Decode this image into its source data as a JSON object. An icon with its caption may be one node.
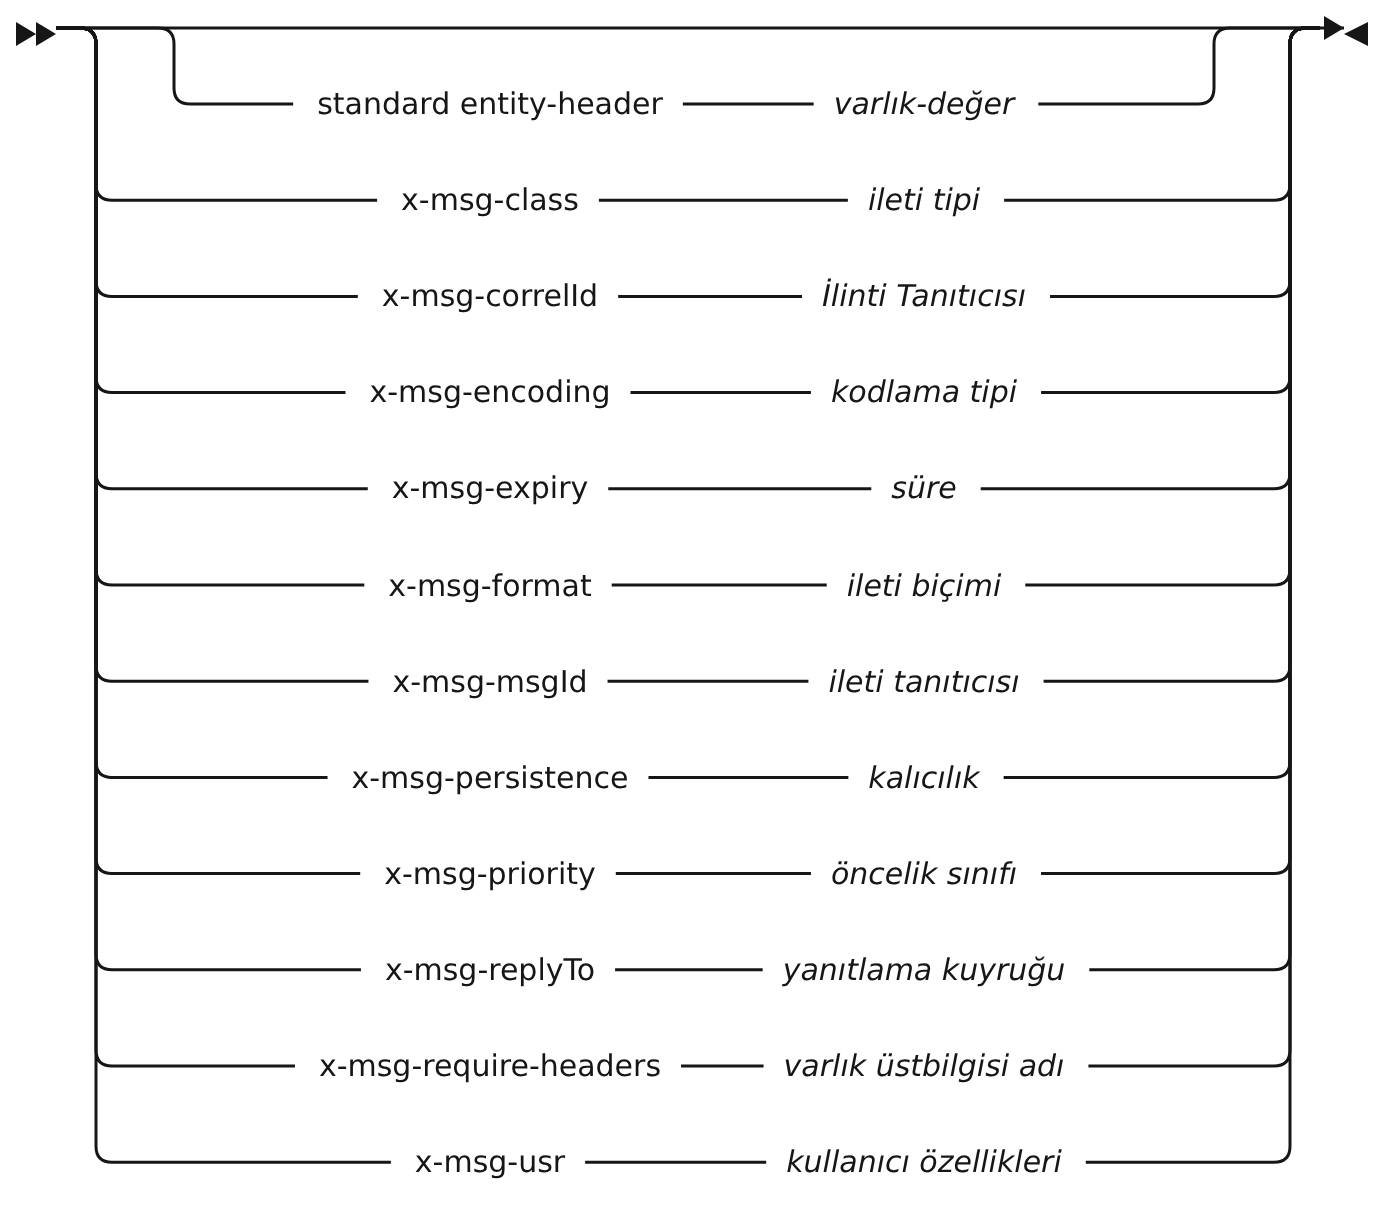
{
  "diagram": {
    "nodes": [
      {
        "text": [],
        "shape": "arrowhead"
      },
      {
        "text": [
          "standard entity-header"
        ]
      },
      {
        "text": [
          "varlık-değer"
        ]
      },
      {
        "text": [
          "x-msg-class"
        ]
      },
      {
        "text": [
          "ileti tipi"
        ]
      },
      {
        "text": [
          "x-msg-correlId"
        ]
      },
      {
        "text": [
          "İlinti Tanıtıcısı"
        ]
      },
      {
        "text": [
          "x-msg-encoding"
        ]
      },
      {
        "text": [
          "kodlama tipi"
        ]
      },
      {
        "text": [
          "x-msg-expiry"
        ]
      },
      {
        "text": [
          "süre"
        ]
      },
      {
        "text": [
          "x-msg-format"
        ]
      },
      {
        "text": [
          "ileti biçimi"
        ]
      },
      {
        "text": [
          "x-msg-msgId"
        ]
      },
      {
        "text": [
          "ileti tanıtıcısı"
        ]
      },
      {
        "text": [
          "x-msg-persistence"
        ]
      },
      {
        "text": [
          "kalıcılık"
        ]
      },
      {
        "text": [
          "x-msg-priority"
        ]
      },
      {
        "text": [
          "öncelik sınıfı"
        ]
      },
      {
        "text": [
          "x-msg-replyTo"
        ]
      },
      {
        "text": [
          "yanıtlama kuyruğu"
        ]
      },
      {
        "text": [
          "x-msg-require-headers"
        ]
      },
      {
        "text": [
          "varlık üstbilgisi adı"
        ]
      },
      {
        "text": [
          "x-msg-usr"
        ]
      },
      {
        "text": [
          "kullanıcı özellikleri"
        ]
      },
      {
        "text": [],
        "shape": "arrowhead"
      }
    ],
    "edges": [
      {
        "from": 0,
        "to": 25,
        "arrow": "to"
      },
      {
        "from": 0,
        "to": 1,
        "arrow": "none"
      },
      {
        "from": 1,
        "to": 2,
        "arrow": "none"
      },
      {
        "from": 2,
        "to": 25,
        "arrow": "none"
      },
      {
        "from": 0,
        "to": 3,
        "arrow": "none"
      },
      {
        "from": 3,
        "to": 4,
        "arrow": "none"
      },
      {
        "from": 4,
        "to": 25,
        "arrow": "none"
      },
      {
        "from": 0,
        "to": 5,
        "arrow": "none"
      },
      {
        "from": 5,
        "to": 6,
        "arrow": "none"
      },
      {
        "from": 6,
        "to": 25,
        "arrow": "none"
      },
      {
        "from": 0,
        "to": 7,
        "arrow": "none"
      },
      {
        "from": 7,
        "to": 8,
        "arrow": "none"
      },
      {
        "from": 8,
        "to": 25,
        "arrow": "none"
      },
      {
        "from": 0,
        "to": 9,
        "arrow": "none"
      },
      {
        "from": 9,
        "to": 10,
        "arrow": "none"
      },
      {
        "from": 10,
        "to": 25,
        "arrow": "none"
      },
      {
        "from": 0,
        "to": 11,
        "arrow": "none"
      },
      {
        "from": 11,
        "to": 12,
        "arrow": "none"
      },
      {
        "from": 12,
        "to": 25,
        "arrow": "none"
      },
      {
        "from": 0,
        "to": 13,
        "arrow": "none"
      },
      {
        "from": 13,
        "to": 14,
        "arrow": "none"
      },
      {
        "from": 14,
        "to": 25,
        "arrow": "none"
      },
      {
        "from": 0,
        "to": 15,
        "arrow": "none"
      },
      {
        "from": 15,
        "to": 16,
        "arrow": "none"
      },
      {
        "from": 16,
        "to": 25,
        "arrow": "none"
      },
      {
        "from": 0,
        "to": 17,
        "arrow": "none"
      },
      {
        "from": 17,
        "to": 18,
        "arrow": "none"
      },
      {
        "from": 18,
        "to": 25,
        "arrow": "none"
      },
      {
        "from": 0,
        "to": 19,
        "arrow": "none"
      },
      {
        "from": 19,
        "to": 20,
        "arrow": "none"
      },
      {
        "from": 20,
        "to": 25,
        "arrow": "none"
      },
      {
        "from": 0,
        "to": 21,
        "arrow": "none"
      },
      {
        "from": 21,
        "to": 22,
        "arrow": "none"
      },
      {
        "from": 22,
        "to": 25,
        "arrow": "none"
      },
      {
        "from": 0,
        "to": 23,
        "arrow": "none"
      },
      {
        "from": 23,
        "to": 24,
        "arrow": "none"
      },
      {
        "from": 24,
        "to": 25,
        "arrow": "none"
      }
    ]
  }
}
